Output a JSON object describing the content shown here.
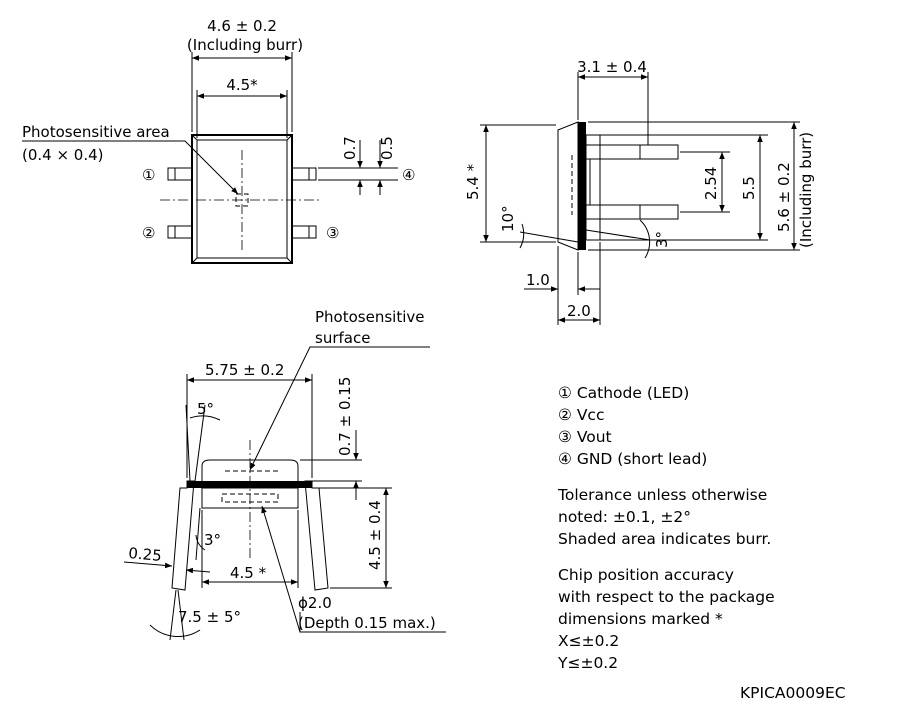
{
  "top_view": {
    "width_total": "4.6 ± 0.2",
    "width_total_note": "(Including burr)",
    "width_inner": "4.5*",
    "photosensitive_area_label": "Photosensitive area",
    "photosensitive_area_size": "(0.4 × 0.4)",
    "lead_width": "0.7",
    "lead_pitch": "0.5",
    "pin1": "①",
    "pin2": "②",
    "pin3": "③",
    "pin4": "④"
  },
  "side_view": {
    "depth": "3.1 ± 0.4",
    "height_chip": "5.4 *",
    "angle_10": "10°",
    "lead_spacing": "2.54",
    "height_body": "5.5",
    "height_total": "5.6 ± 0.2",
    "height_total_note": "(Including burr)",
    "angle_3": "3°",
    "offset_1": "1.0",
    "offset_2": "2.0"
  },
  "front_view": {
    "surface_label_1": "Photosensitive",
    "surface_label_2": "surface",
    "width": "5.75 ± 0.2",
    "angle_5": "5°",
    "top_height": "0.7 ± 0.15",
    "lead_thickness": "0.25",
    "angle_3": "3°",
    "width_inner": "4.5 *",
    "height": "4.5 ± 0.4",
    "hole_diameter": "ϕ2.0",
    "hole_depth": "(Depth 0.15 max.)",
    "lead_angle": "7.5 ± 5°"
  },
  "notes": {
    "pins": [
      "① Cathode (LED)",
      "② Vcc",
      "③ Vout",
      "④ GND (short lead)"
    ],
    "tolerance": [
      "Tolerance unless otherwise",
      "noted: ±0.1, ±2°",
      "Shaded area indicates burr."
    ],
    "accuracy": [
      "Chip position accuracy",
      "with respect to the package",
      "dimensions marked *",
      "X≤±0.2",
      "Y≤±0.2"
    ]
  },
  "drawing_code": "KPICA0009EC"
}
